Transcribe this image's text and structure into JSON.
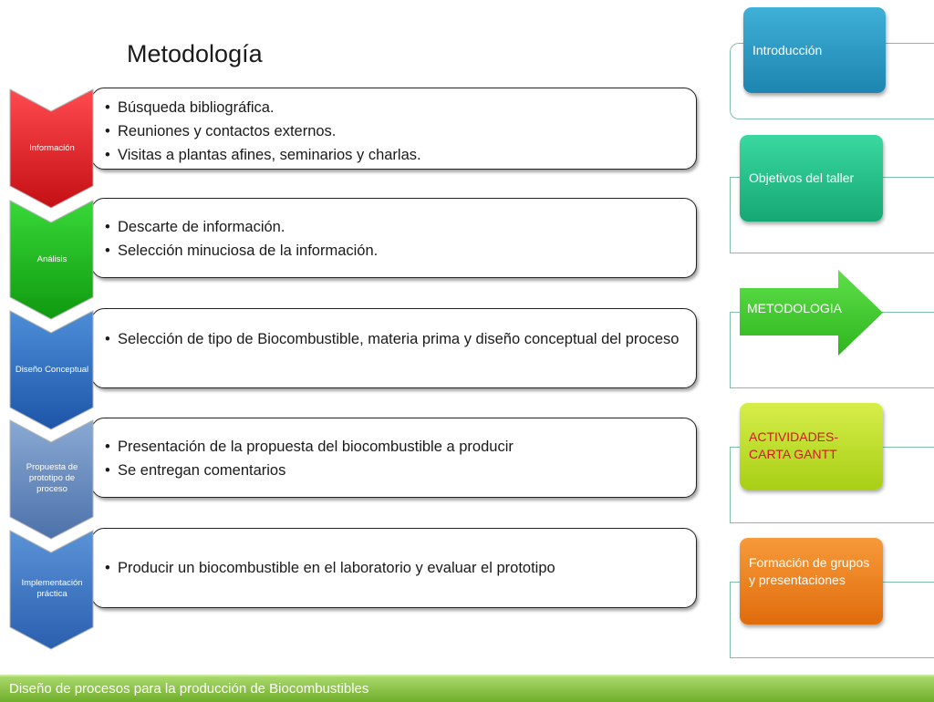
{
  "title": "Metodología",
  "steps": [
    {
      "label": "Información",
      "bullets": [
        "Búsqueda bibliográfica.",
        "Reuniones y contactos externos.",
        "Visitas a plantas afines, seminarios y charlas."
      ]
    },
    {
      "label": "Análisis",
      "bullets": [
        "Descarte de información.",
        "Selección minuciosa de la información."
      ]
    },
    {
      "label": "Diseño Conceptual",
      "bullets": [
        "Selección de tipo de Biocombustible, materia prima y diseño conceptual del proceso"
      ]
    },
    {
      "label": "Propuesta de prototipo de proceso",
      "bullets": [
        "Presentación de la propuesta del biocombustible a producir",
        "Se entregan comentarios"
      ]
    },
    {
      "label": "Implementación práctica",
      "bullets": [
        "Producir un biocombustible en el laboratorio y evaluar el prototipo"
      ]
    }
  ],
  "step_colors": [
    "#e8151b",
    "#19b319",
    "#2f6fc4",
    "#6b8fbf",
    "#3d78c6"
  ],
  "nav": [
    {
      "label": "Introducción",
      "color": "#2a9fc6",
      "active": false
    },
    {
      "label": "Objetivos del taller",
      "color": "#22c28a",
      "active": false
    },
    {
      "label": "METODOLOGIA",
      "color": "#4ed13a",
      "active": true
    },
    {
      "label": "ACTIVIDADES-CARTA GANTT",
      "color": "#c5e32a",
      "text_color": "#d11b1b",
      "active": false
    },
    {
      "label": "Formación de grupos y presentaciones",
      "color": "#f2811d",
      "active": false
    }
  ],
  "footer": "Diseño de procesos para la producción de Biocombustibles"
}
